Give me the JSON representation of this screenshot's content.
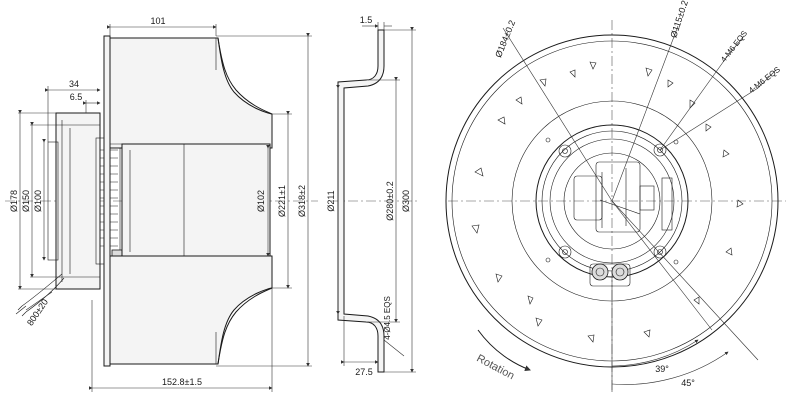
{
  "side_view": {
    "width_top": "101",
    "depth_34": "34",
    "depth_6_5": "6.5",
    "dia_178": "Ø178",
    "dia_150": "Ø150",
    "dia_100": "Ø100",
    "cable": "800±20",
    "dia_102": "Ø102",
    "dia_221": "Ø221±1",
    "dia_318": "Ø318±2",
    "length_total": "152.8±1.5"
  },
  "ring_view": {
    "thickness": "1.5",
    "dia_211": "Ø211",
    "dia_280": "Ø280±0.2",
    "dia_300": "Ø300",
    "holes": "4-Ø4.5 EQS",
    "depth": "27.5"
  },
  "front_view": {
    "dia_184": "Ø184±0.2",
    "dia_115": "Ø115±0.2",
    "thread_a": "4-M6 EQS",
    "thread_b": "4-M6 EQS",
    "angle_39": "39°",
    "angle_45": "45°",
    "rotation": "Rotation"
  }
}
